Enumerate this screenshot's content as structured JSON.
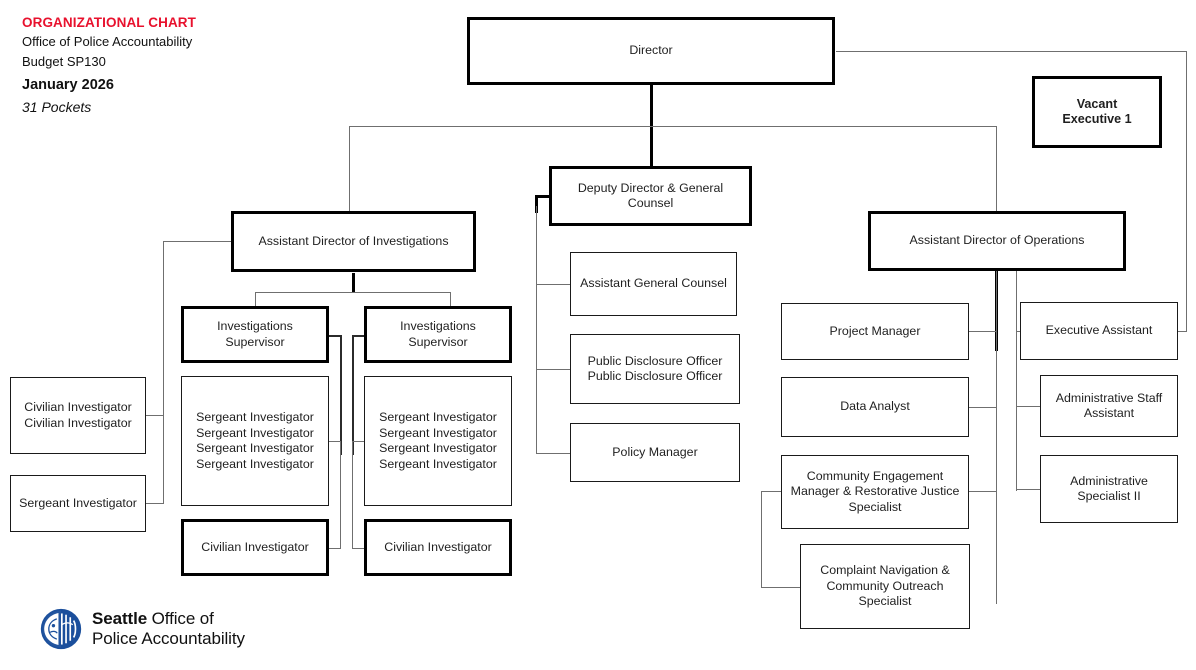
{
  "header": {
    "org_chart_label": "ORGANIZATIONAL CHART",
    "org_chart_color": "#E8112D",
    "department": "Office of Police Accountability",
    "budget": "Budget SP130",
    "month": "January 2026",
    "pockets": "31 Pockets"
  },
  "nodes": {
    "director": "Director",
    "vacant_executive": "Vacant\nExecutive 1",
    "deputy_director": "Deputy Director & General\nCounsel",
    "assistant_general_counsel": "Assistant General Counsel",
    "public_disclosure": "Public Disclosure Officer\nPublic Disclosure Officer",
    "policy_manager": "Policy Manager",
    "asst_dir_investigations": "Assistant Director of Investigations",
    "investigations_supervisor_1": "Investigations Supervisor",
    "investigations_supervisor_2": "Investigations Supervisor",
    "sergeant_group_1": "Sergeant Investigator\nSergeant Investigator\nSergeant Investigator\nSergeant Investigator",
    "sergeant_group_2": "Sergeant Investigator\nSergeant Investigator\nSergeant Investigator\nSergeant Investigator",
    "civilian_investigator_1": "Civilian Investigator",
    "civilian_investigator_2": "Civilian Investigator",
    "civilian_investigator_pair": "Civilian Investigator\nCivilian Investigator",
    "sergeant_investigator_single": "Sergeant Investigator",
    "asst_dir_operations": "Assistant Director of Operations",
    "project_manager": "Project Manager",
    "data_analyst": "Data Analyst",
    "community_engagement": "Community Engagement\nManager & Restorative Justice\nSpecialist",
    "complaint_navigation": "Complaint Navigation &\nCommunity Outreach\nSpecialist",
    "executive_assistant": "Executive Assistant",
    "administrative_staff_assistant": "Administrative Staff\nAssistant",
    "administrative_specialist_ii": "Administrative\nSpecialist II"
  },
  "footer": {
    "logo_brand": "Seattle",
    "logo_line1_rest": " Office of",
    "logo_line2": "Police Accountability",
    "logo_color": "#1B4F9C"
  }
}
